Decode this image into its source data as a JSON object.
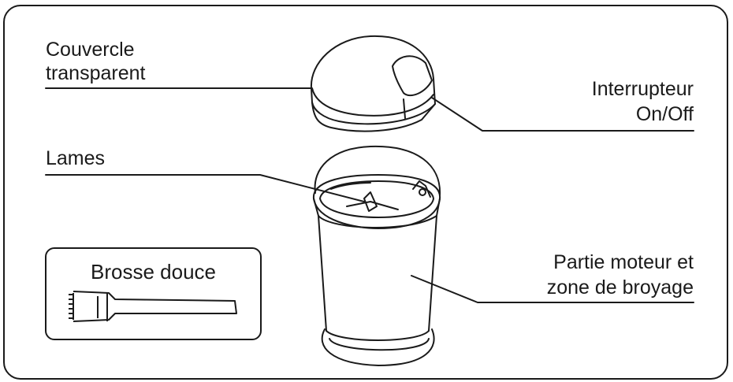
{
  "labels": {
    "lid_line1": "Couvercle",
    "lid_line2": "transparent",
    "switch_line1": "Interrupteur",
    "switch_line2": "On/Off",
    "blades": "Lames",
    "motor_line1": "Partie moteur et",
    "motor_line2": "zone de broyage",
    "brush": "Brosse douce"
  },
  "icons": [
    "coffee-grinder-lid-illustration",
    "coffee-grinder-body-illustration",
    "soft-brush-illustration"
  ]
}
